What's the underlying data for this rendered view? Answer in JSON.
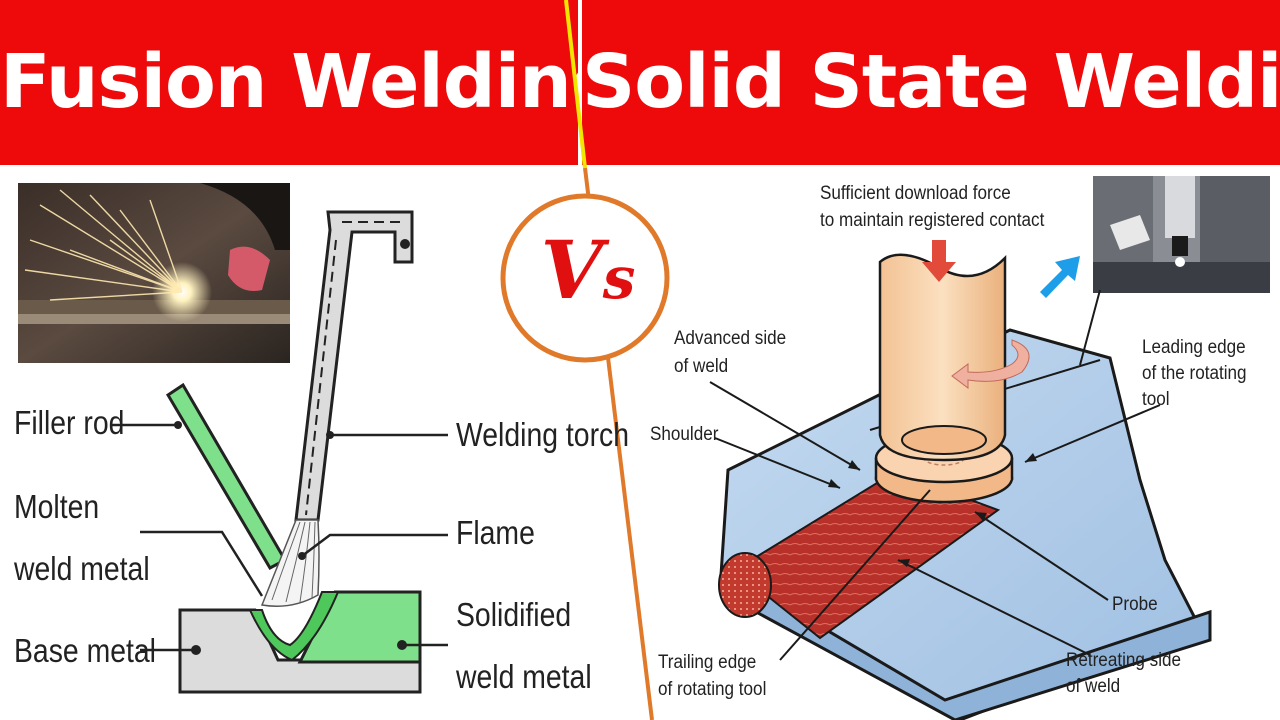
{
  "header": {
    "left_title": "Fusion Welding",
    "right_title": "Solid State Welding"
  },
  "versus": {
    "v": "V",
    "s": "s"
  },
  "fusion_diagram": {
    "labels": {
      "filler_rod": "Filler rod",
      "molten_line1": "Molten",
      "molten_line2": "weld metal",
      "base_metal": "Base metal",
      "welding_torch": "Welding torch",
      "flame": "Flame",
      "solidified_line1": "Solidified",
      "solidified_line2": "weld metal"
    }
  },
  "friction_diagram": {
    "labels": {
      "force_line1": "Sufficient download force",
      "force_line2": "to maintain registered contact",
      "advanced_line1": "Advanced side",
      "advanced_line2": "of weld",
      "leading_line1": "Leading edge",
      "leading_line2": "of the rotating",
      "leading_line3": "tool",
      "shoulder": "Shoulder",
      "probe": "Probe",
      "trailing_line1": "Trailing edge",
      "trailing_line2": "of rotating tool",
      "retreating_line1": "Retreating side",
      "retreating_line2": "of weld"
    }
  },
  "colors": {
    "banner_red": "#ee0a0a",
    "divider_yellow": "#f2e600",
    "divider_orange": "#e07a2a",
    "weld_green": "#7ee08a",
    "plate_blue": "#a9c8e8",
    "weld_red": "#b8302a",
    "tool_peach": "#f5c79a"
  }
}
